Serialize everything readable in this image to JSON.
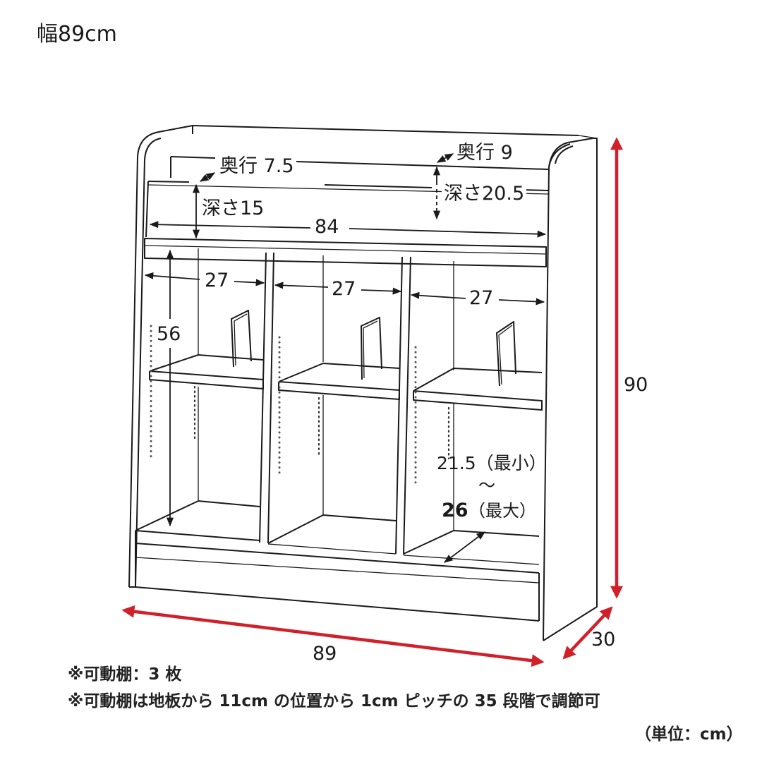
{
  "title": "幅89cm",
  "colors": {
    "line": "#1a1a1a",
    "dimension_arrow_red": "#d0202a",
    "background": "#ffffff"
  },
  "dimensions": {
    "top_depth_front": "奥行 7.5",
    "top_depth_back": "奥行 9",
    "top_well_front": "深さ15",
    "top_well_back": "深さ20.5",
    "top_inner_width": "84",
    "cell_widths": [
      "27",
      "27",
      "27"
    ],
    "inner_height": "56",
    "shelf_gap_min": "21.5（最小）",
    "shelf_gap_tilde": "～",
    "shelf_gap_max_value": "26",
    "shelf_gap_max_label": "（最大）",
    "overall_height": "90",
    "overall_width": "89",
    "overall_depth": "30"
  },
  "notes": [
    "※可動棚：3 枚",
    "※可動棚は地板から 11cm の位置から 1cm ピッチの 35 段階で調節可"
  ],
  "unit": "（単位：cm）"
}
